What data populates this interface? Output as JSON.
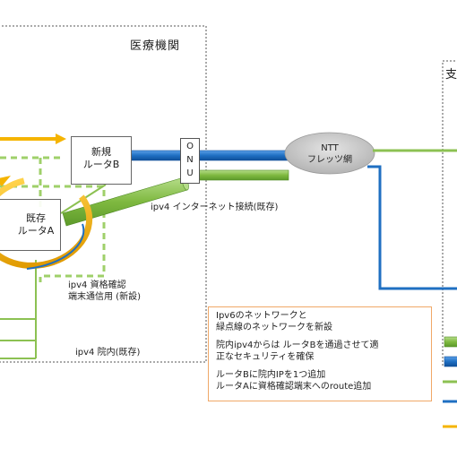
{
  "facility": {
    "title": "医療機関"
  },
  "branch": {
    "title_partial": "支"
  },
  "routers": {
    "new_router": "新規\nルータB",
    "existing_router": "既存\nルータA"
  },
  "onu": {
    "chars": [
      "O",
      "N",
      "U"
    ]
  },
  "ntt_cloud": "NTT\nフレッツ網",
  "labels": {
    "ipv4_internet": "ipv4 インターネット接続(既存)",
    "qualification_line": "ipv4 資格確認\n端末通信用 (新設)",
    "in_hospital_line": "ipv4 院内(既存)"
  },
  "note": {
    "lines": [
      "Ipv6のネットワークと\n緑点線のネットワークを新設",
      "院内ipv4からは ルータBを通過させて適\n正なセキュリティを確保",
      "ルータBに院内IPを1つ追加\nルータAに資格確認端末へのroute追加"
    ]
  },
  "colors": {
    "ipv6_blue": "#1f6fc2",
    "ipv4_green": "#8cc152",
    "accent_orange": "#f5b400",
    "dashed_green": "#9fd06a",
    "cloud_gray": "#c8c8c8"
  }
}
